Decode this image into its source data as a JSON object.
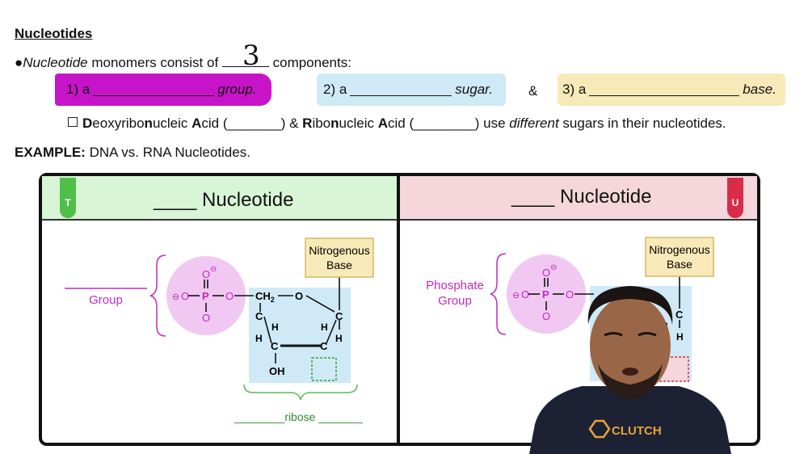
{
  "header": {
    "title": "Nucleotides"
  },
  "intro": {
    "bullet": "●",
    "term": "Nucleotide",
    "text_before": " monomers consist of ",
    "handwritten_answer": "3",
    "text_after": " components:"
  },
  "components": [
    {
      "prefix": "1) a",
      "suffix": "group."
    },
    {
      "prefix": "2) a",
      "suffix": "sugar."
    },
    {
      "prefix": "3) a",
      "suffix": "base."
    }
  ],
  "ampersand": "&",
  "note": {
    "dna_initial": "D",
    "dna_1": "eoxyribo",
    "dna_n": "n",
    "dna_2": "ucleic ",
    "dna_a": "A",
    "dna_3": "cid (_______) & ",
    "rna_initial": "R",
    "rna_1": "ibo",
    "rna_n": "n",
    "rna_2": "ucleic ",
    "rna_a": "A",
    "rna_3": "cid (________) use ",
    "different": "different",
    "end": " sugars in their nucleotides."
  },
  "example": {
    "label": "EXAMPLE:",
    "text": " DNA vs. RNA Nucleotides."
  },
  "panels": {
    "left": {
      "title": "____ Nucleotide",
      "tag": "T",
      "group_label": "Group",
      "base_box": [
        "Nitrogenous",
        "Base"
      ],
      "sugar_caption": "________ribose _______"
    },
    "right": {
      "title": "____ Nucleotide",
      "tag": "U",
      "group_label": [
        "Phosphate",
        "Group"
      ],
      "base_box": [
        "Nitrogenous",
        "Base"
      ]
    }
  },
  "molecule": {
    "phosphate_atom": "P",
    "oxygen": "O",
    "minus": "⊖",
    "ch2": "CH",
    "ch2_sub": "2",
    "carbon": "C",
    "hydrogen": "H",
    "oh": "OH"
  },
  "presenter": {
    "logo_text": "CLUTCH"
  },
  "colors": {
    "magenta_highlight": "#c814c8",
    "blue_highlight": "#cfe9f6",
    "yellow_highlight": "#f8eab8",
    "dna_header": "#d8f5d6",
    "rna_header": "#f5d6da",
    "phosphate_circle": "#f0c8f2",
    "sugar_box": "#cfe9f6",
    "t_tag": "#4fbf4a",
    "u_tag": "#d92c48",
    "group_label": "#c02ac0",
    "brace_green": "#5cb85c"
  }
}
